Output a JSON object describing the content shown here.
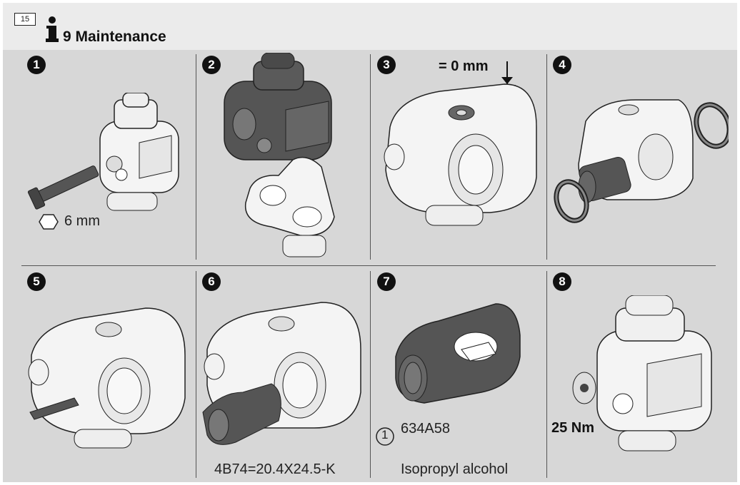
{
  "page": {
    "number": "15",
    "title": "9 Maintenance"
  },
  "steps": [
    {
      "number": "1",
      "tool_label": "6 mm"
    },
    {
      "number": "2"
    },
    {
      "number": "3",
      "gap_label": "= 0 mm"
    },
    {
      "number": "4"
    },
    {
      "number": "5"
    },
    {
      "number": "6",
      "part_label": "4B74=20.4X24.5-K"
    },
    {
      "number": "7",
      "ref_number": "1",
      "product_code": "634A58",
      "cleaner_label": "Isopropyl alcohol"
    },
    {
      "number": "8",
      "torque_label": "25 Nm"
    }
  ]
}
